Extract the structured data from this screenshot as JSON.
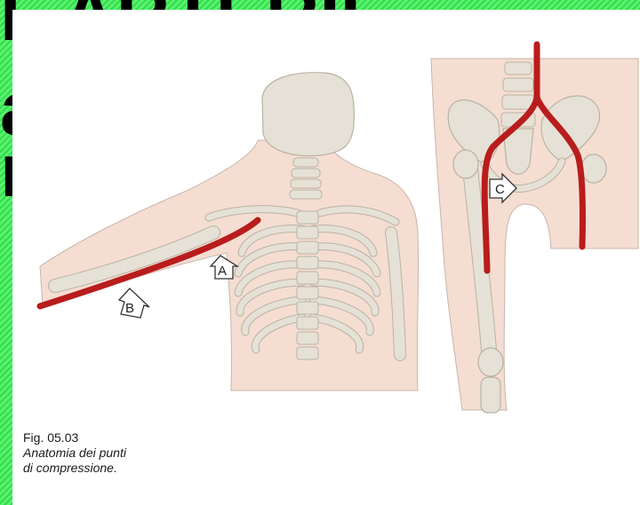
{
  "slide": {
    "title_line1": "L ARTERIE",
    "title_line2": "a",
    "title_line3": "r"
  },
  "figure": {
    "number": "Fig. 05.03",
    "caption_line1": "Anatomia dei punti",
    "caption_line2": "di compressione.",
    "markers": [
      "A",
      "B",
      "C"
    ],
    "colors": {
      "artery": "#b91c1c",
      "skin": "#f5ddd2",
      "bone": "#e6e1d6",
      "bone_stroke": "#b9b2a3",
      "background": "#ffffff"
    }
  }
}
